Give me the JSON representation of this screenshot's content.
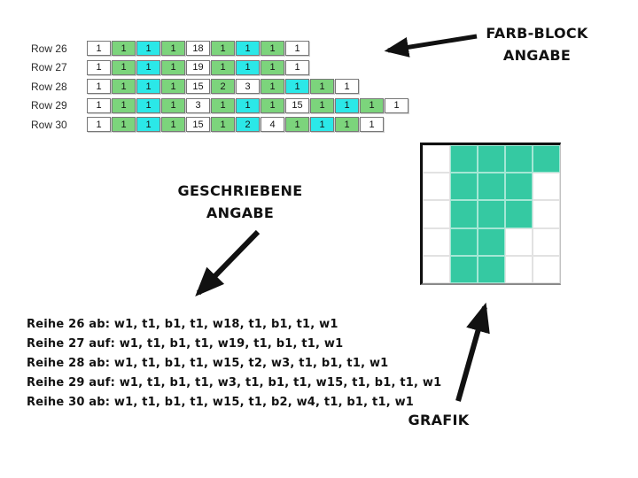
{
  "colors": {
    "white": "#FFFFFF",
    "green": "#7CD47C",
    "cyan": "#2BE8E8",
    "teal": "#35C9A2"
  },
  "labels": {
    "farb_block_line1": "FARB-BLOCK",
    "farb_block_line2": "ANGABE",
    "geschriebene_line1": "GESCHRIEBENE",
    "geschriebene_line2": "ANGABE",
    "grafik": "GRAFIK"
  },
  "color_block": {
    "rows": [
      {
        "label": "Row 26",
        "cells": [
          {
            "value": "1",
            "color": "white"
          },
          {
            "value": "1",
            "color": "green"
          },
          {
            "value": "1",
            "color": "cyan"
          },
          {
            "value": "1",
            "color": "green"
          },
          {
            "value": "18",
            "color": "white"
          },
          {
            "value": "1",
            "color": "green"
          },
          {
            "value": "1",
            "color": "cyan"
          },
          {
            "value": "1",
            "color": "green"
          },
          {
            "value": "1",
            "color": "white"
          }
        ]
      },
      {
        "label": "Row 27",
        "cells": [
          {
            "value": "1",
            "color": "white"
          },
          {
            "value": "1",
            "color": "green"
          },
          {
            "value": "1",
            "color": "cyan"
          },
          {
            "value": "1",
            "color": "green"
          },
          {
            "value": "19",
            "color": "white"
          },
          {
            "value": "1",
            "color": "green"
          },
          {
            "value": "1",
            "color": "cyan"
          },
          {
            "value": "1",
            "color": "green"
          },
          {
            "value": "1",
            "color": "white"
          }
        ]
      },
      {
        "label": "Row 28",
        "cells": [
          {
            "value": "1",
            "color": "white"
          },
          {
            "value": "1",
            "color": "green"
          },
          {
            "value": "1",
            "color": "cyan"
          },
          {
            "value": "1",
            "color": "green"
          },
          {
            "value": "15",
            "color": "white"
          },
          {
            "value": "2",
            "color": "green"
          },
          {
            "value": "3",
            "color": "white"
          },
          {
            "value": "1",
            "color": "green"
          },
          {
            "value": "1",
            "color": "cyan"
          },
          {
            "value": "1",
            "color": "green"
          },
          {
            "value": "1",
            "color": "white"
          }
        ]
      },
      {
        "label": "Row 29",
        "cells": [
          {
            "value": "1",
            "color": "white"
          },
          {
            "value": "1",
            "color": "green"
          },
          {
            "value": "1",
            "color": "cyan"
          },
          {
            "value": "1",
            "color": "green"
          },
          {
            "value": "3",
            "color": "white"
          },
          {
            "value": "1",
            "color": "green"
          },
          {
            "value": "1",
            "color": "cyan"
          },
          {
            "value": "1",
            "color": "green"
          },
          {
            "value": "15",
            "color": "white"
          },
          {
            "value": "1",
            "color": "green"
          },
          {
            "value": "1",
            "color": "cyan"
          },
          {
            "value": "1",
            "color": "green"
          },
          {
            "value": "1",
            "color": "white"
          }
        ]
      },
      {
        "label": "Row 30",
        "cells": [
          {
            "value": "1",
            "color": "white"
          },
          {
            "value": "1",
            "color": "green"
          },
          {
            "value": "1",
            "color": "cyan"
          },
          {
            "value": "1",
            "color": "green"
          },
          {
            "value": "15",
            "color": "white"
          },
          {
            "value": "1",
            "color": "green"
          },
          {
            "value": "2",
            "color": "cyan"
          },
          {
            "value": "4",
            "color": "white"
          },
          {
            "value": "1",
            "color": "green"
          },
          {
            "value": "1",
            "color": "cyan"
          },
          {
            "value": "1",
            "color": "green"
          },
          {
            "value": "1",
            "color": "white"
          }
        ]
      }
    ]
  },
  "written": {
    "lines": [
      "Reihe 26 ab: w1, t1, b1, t1, w18, t1, b1, t1, w1",
      "Reihe 27 auf: w1, t1, b1, t1, w19, t1, b1, t1, w1",
      "Reihe 28 ab: w1, t1, b1, t1, w15, t2, w3, t1, b1, t1, w1",
      "Reihe 29 auf: w1, t1, b1, t1, w3, t1, b1, t1, w15, t1, b1, t1, w1",
      "Reihe 30 ab: w1, t1, b1, t1, w15, t1, b2, w4, t1, b1, t1, w1"
    ]
  },
  "grafik_grid": {
    "columns": 5,
    "rows": 5,
    "fill_color": "#35C9A2",
    "filled": [
      [
        0,
        1,
        1,
        1,
        1
      ],
      [
        0,
        1,
        1,
        1,
        0
      ],
      [
        0,
        1,
        1,
        1,
        0
      ],
      [
        0,
        1,
        1,
        0,
        0
      ],
      [
        0,
        1,
        1,
        0,
        0
      ]
    ]
  }
}
